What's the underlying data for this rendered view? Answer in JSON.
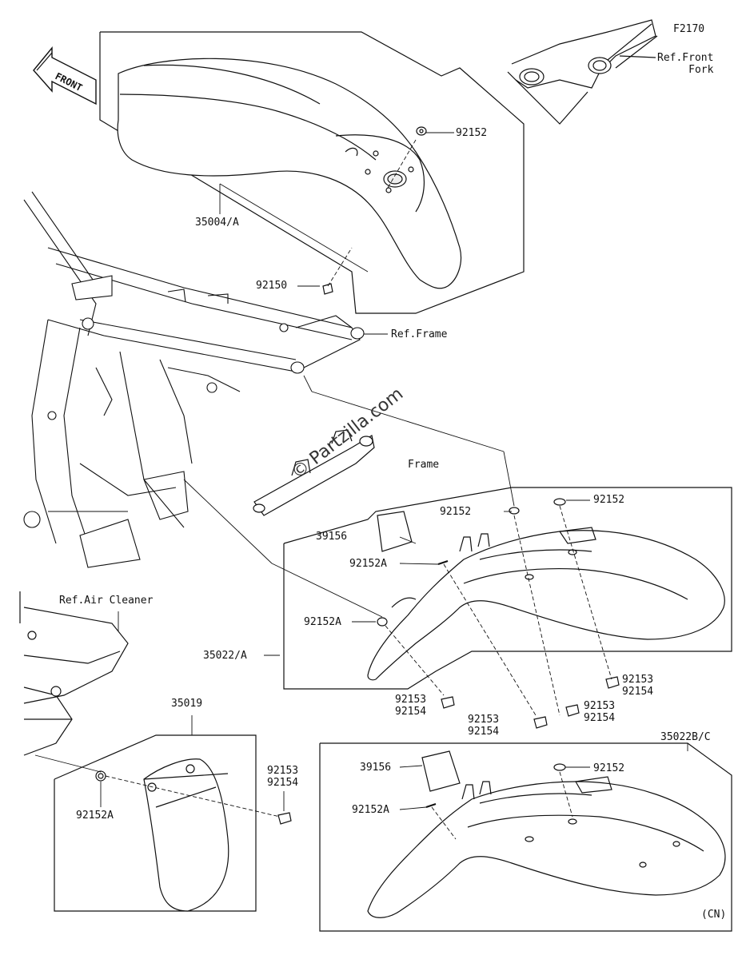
{
  "diagram_code": "F2170",
  "front_label": "FRONT",
  "watermark": "© Partzilla.com",
  "country_code": "(CN)",
  "references": {
    "front_fork": [
      "Ref.Front",
      "Fork"
    ],
    "frame_upper": "Ref.Frame",
    "frame_lower": "Frame",
    "air_cleaner": "Ref.Air Cleaner"
  },
  "parts": {
    "front_fender": "35004/A",
    "bolt_front": "92150",
    "washer_front": "92152",
    "sticker_a": "39156",
    "sticker_b": "39156",
    "washer_rear_1": "92152",
    "washer_rear_2": "92152",
    "washer_rear_3": "92152",
    "washer_a_1": "92152A",
    "washer_a_2": "92152A",
    "washer_a_3": "92152A",
    "washer_a_4": "92152A",
    "rear_fender_a": "35022/A",
    "rear_fender_bc": "35022B/C",
    "flap": "35019",
    "bolt_pair_1": [
      "92153",
      "92154"
    ],
    "bolt_pair_2": [
      "92153",
      "92154"
    ],
    "bolt_pair_3": [
      "92153",
      "92154"
    ],
    "bolt_pair_4": [
      "92153",
      "92154"
    ],
    "bolt_pair_5": [
      "92153",
      "92154"
    ]
  }
}
